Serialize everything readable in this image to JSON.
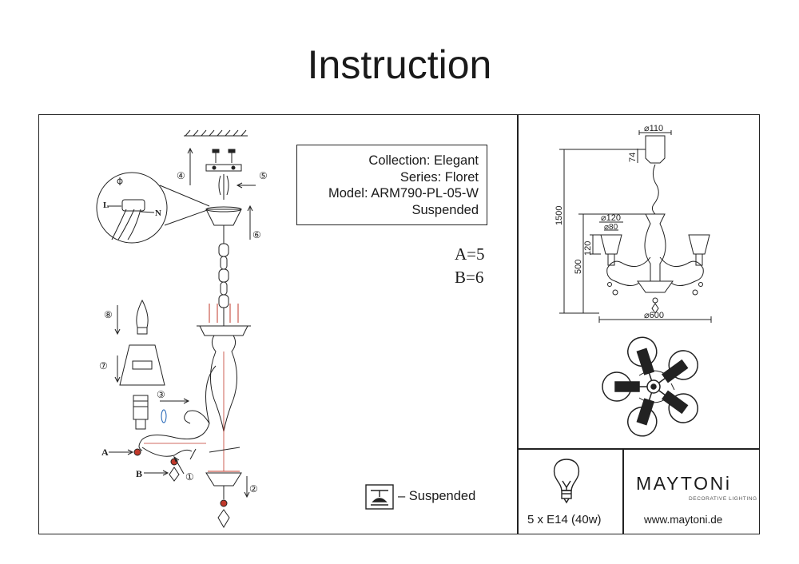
{
  "title": "Instruction",
  "info": {
    "collection": "Collection: Elegant",
    "series": "Series: Floret",
    "model": "Model: ARM790-PL-05-W",
    "type": "Suspended"
  },
  "counts": {
    "a": "A=5",
    "b": "B=6"
  },
  "legend": {
    "icon": "suspended-mount-icon",
    "text": "– Suspended"
  },
  "lamp": {
    "icon": "light-bulb-icon",
    "spec": "5 x E14 (40w)"
  },
  "brand": {
    "name": "MAYTONi",
    "tagline": "DECORATIVE LIGHTING",
    "url": "www.maytoni.de"
  },
  "assembly": {
    "steps": [
      "①",
      "②",
      "③",
      "④",
      "⑤",
      "⑥",
      "⑦",
      "⑧"
    ],
    "part_a": "A",
    "part_b": "B",
    "wire_l": "L",
    "wire_n": "N"
  },
  "dimensions": {
    "canopy_diameter": "⌀110",
    "canopy_height": "74",
    "total_height": "1500",
    "body_height": "500",
    "shade_height": "120",
    "shade_top": "⌀120",
    "shade_bottom": "⌀80",
    "total_diameter": "⌀600"
  }
}
